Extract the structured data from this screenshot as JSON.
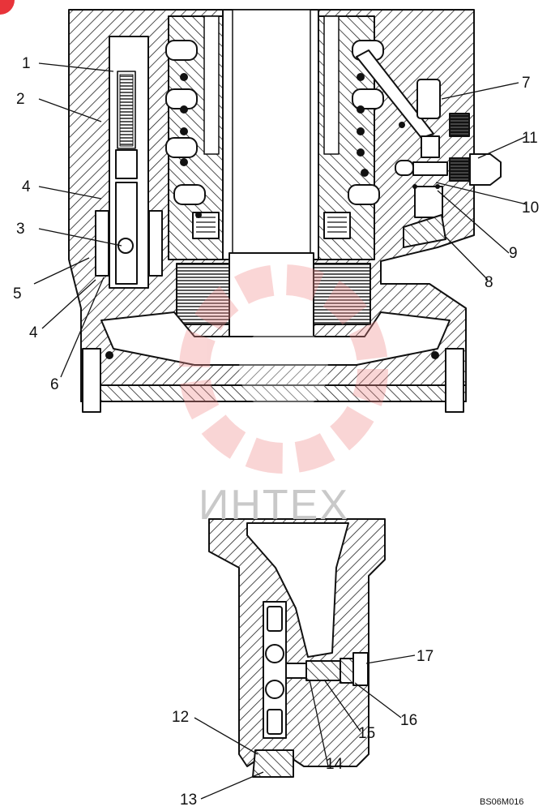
{
  "watermark": {
    "text": "ИНТЕХ",
    "color": "#f08a8a"
  },
  "drawing_code": "BS06M016",
  "callouts_top": [
    {
      "id": "c1",
      "text": "1"
    },
    {
      "id": "c2",
      "text": "2"
    },
    {
      "id": "c3",
      "text": "3"
    },
    {
      "id": "c4a",
      "text": "4"
    },
    {
      "id": "c4b",
      "text": "4"
    },
    {
      "id": "c5",
      "text": "5"
    },
    {
      "id": "c6",
      "text": "6"
    },
    {
      "id": "c7",
      "text": "7"
    },
    {
      "id": "c8",
      "text": "8"
    },
    {
      "id": "c9",
      "text": "9"
    },
    {
      "id": "c10",
      "text": "10"
    },
    {
      "id": "c11",
      "text": "11"
    }
  ],
  "callouts_bottom": [
    {
      "id": "c12",
      "text": "12"
    },
    {
      "id": "c13",
      "text": "13"
    },
    {
      "id": "c14",
      "text": "14"
    },
    {
      "id": "c15",
      "text": "15"
    },
    {
      "id": "c16",
      "text": "16"
    },
    {
      "id": "c17",
      "text": "17"
    }
  ],
  "colors": {
    "line": "#111111",
    "hatch": "#222222",
    "accent": "#e8343a"
  }
}
